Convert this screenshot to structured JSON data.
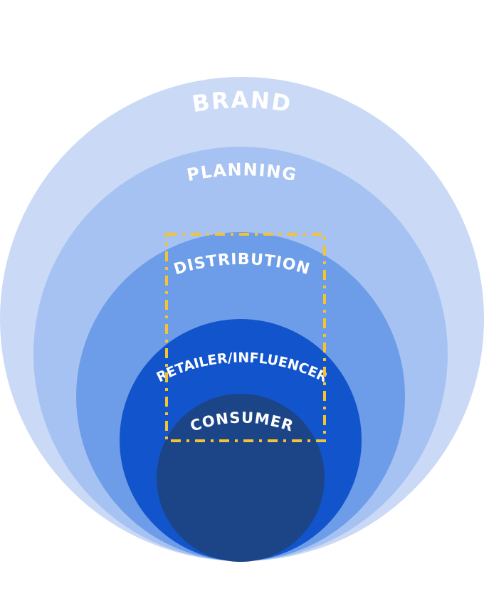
{
  "rings": [
    {
      "id": "brand",
      "label": "BRAND",
      "color": "#c9d9f6"
    },
    {
      "id": "planning",
      "label": "PLANNING",
      "color": "#a6c2f2"
    },
    {
      "id": "distribution",
      "label": "DISTRIBUTION",
      "color": "#6d9de8"
    },
    {
      "id": "retailer",
      "label": "RETAILER/INFLUENCER",
      "color": "#1254cc"
    },
    {
      "id": "consumer",
      "label": "CONSUMER",
      "color": "#1c4588"
    }
  ],
  "highlight": {
    "color": "#f4c430",
    "style": "dash-dot"
  }
}
